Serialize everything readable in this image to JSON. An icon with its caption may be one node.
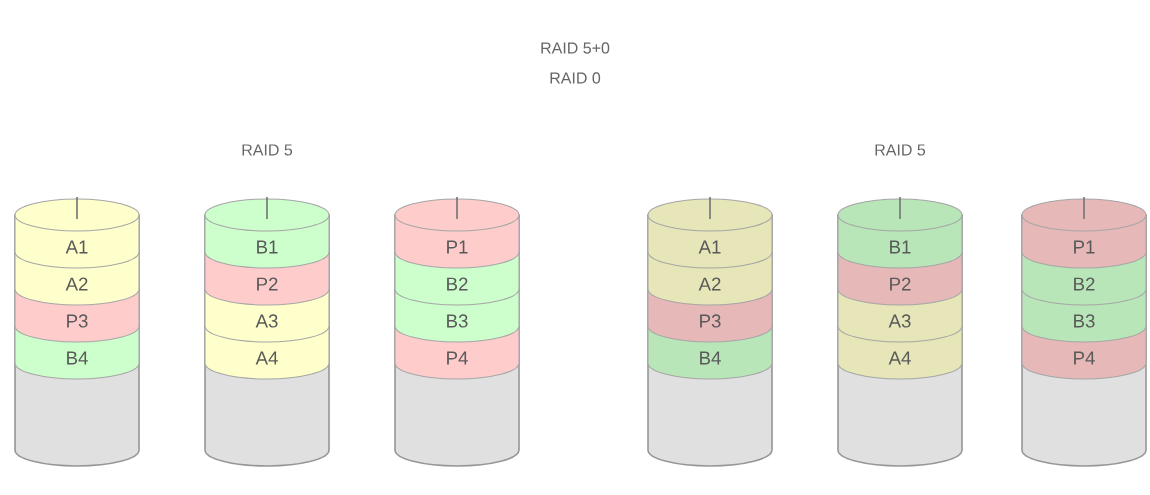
{
  "diagram": {
    "title": "RAID 5+0",
    "nodes": [
      {
        "text": [],
        "shape": "cylinder"
      },
      {
        "text": [
          "A1"
        ],
        "in": 0
      },
      {
        "text": [
          "A2"
        ],
        "in": 0
      },
      {
        "text": [
          "P3"
        ],
        "in": 0
      },
      {
        "text": [
          "B4"
        ],
        "in": 0
      },
      {
        "text": [],
        "shape": "cylinder"
      },
      {
        "text": [
          "B1"
        ],
        "in": 5
      },
      {
        "text": [
          "P2"
        ],
        "in": 5
      },
      {
        "text": [
          "A3"
        ],
        "in": 5
      },
      {
        "text": [
          "A4"
        ],
        "in": 5
      },
      {
        "text": [],
        "shape": "cylinder"
      },
      {
        "text": [
          "P1"
        ],
        "in": 10
      },
      {
        "text": [
          "B2"
        ],
        "in": 10
      },
      {
        "text": [
          "B3"
        ],
        "in": 10
      },
      {
        "text": [
          "P4"
        ],
        "in": 10
      },
      {
        "text": [],
        "shape": "cylinder"
      },
      {
        "text": [
          "A1"
        ],
        "in": 15
      },
      {
        "text": [
          "A2"
        ],
        "in": 15
      },
      {
        "text": [
          "P3"
        ],
        "in": 15
      },
      {
        "text": [
          "B4"
        ],
        "in": 15
      },
      {
        "text": [],
        "shape": "cylinder"
      },
      {
        "text": [
          "B1"
        ],
        "in": 20
      },
      {
        "text": [
          "P2"
        ],
        "in": 20
      },
      {
        "text": [
          "A3"
        ],
        "in": 20
      },
      {
        "text": [
          "A4"
        ],
        "in": 20
      },
      {
        "text": [],
        "shape": "cylinder"
      },
      {
        "text": [
          "P1"
        ],
        "in": 25
      },
      {
        "text": [
          "B2"
        ],
        "in": 25
      },
      {
        "text": [
          "B3"
        ],
        "in": 25
      },
      {
        "text": [
          "P4"
        ],
        "in": 25
      }
    ],
    "labels": [
      "RAID 0",
      "RAID 5",
      "RAID 5"
    ]
  }
}
